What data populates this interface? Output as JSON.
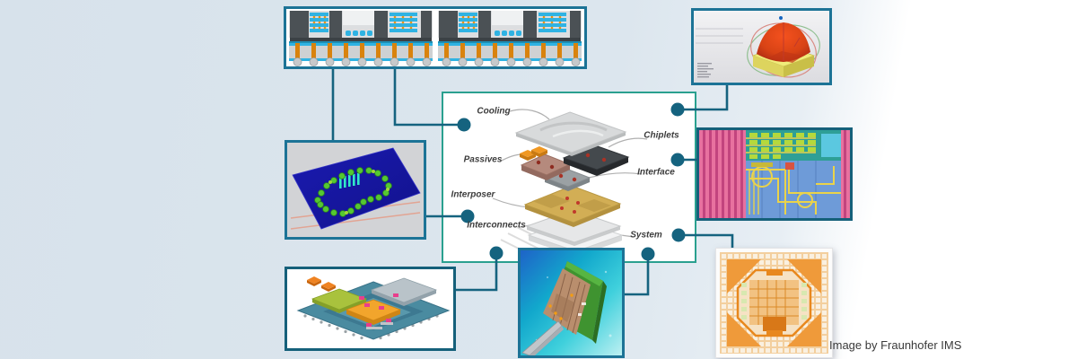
{
  "title_hidden": "",
  "labels": [
    "Cooling",
    "Chiplets",
    "Passives",
    "Interface",
    "Interposer",
    "Interconnects",
    "System"
  ],
  "credit": "Image by Fraunhofer IMS",
  "colors": {
    "background_left": "#d7e2eb",
    "background_right": "#ffffff",
    "center_box_border": "#2aa08f",
    "connector_line": "#15637f",
    "node_fill": "#15637f",
    "panel_border": "#1c7396",
    "label_text": "#3c3c3c"
  },
  "panels": [
    {
      "name": "die-stack-cross-section",
      "position": "top-left"
    },
    {
      "name": "em-thermal-simulation",
      "position": "top-right"
    },
    {
      "name": "ic-layout-screenshot",
      "position": "middle-right"
    },
    {
      "name": "interposer-field-simulation",
      "position": "middle-left"
    },
    {
      "name": "chiplet-3d-model",
      "position": "bottom-left"
    },
    {
      "name": "flexible-chip-photo",
      "position": "bottom-center"
    },
    {
      "name": "orange-die-micrograph",
      "position": "bottom-right"
    }
  ]
}
